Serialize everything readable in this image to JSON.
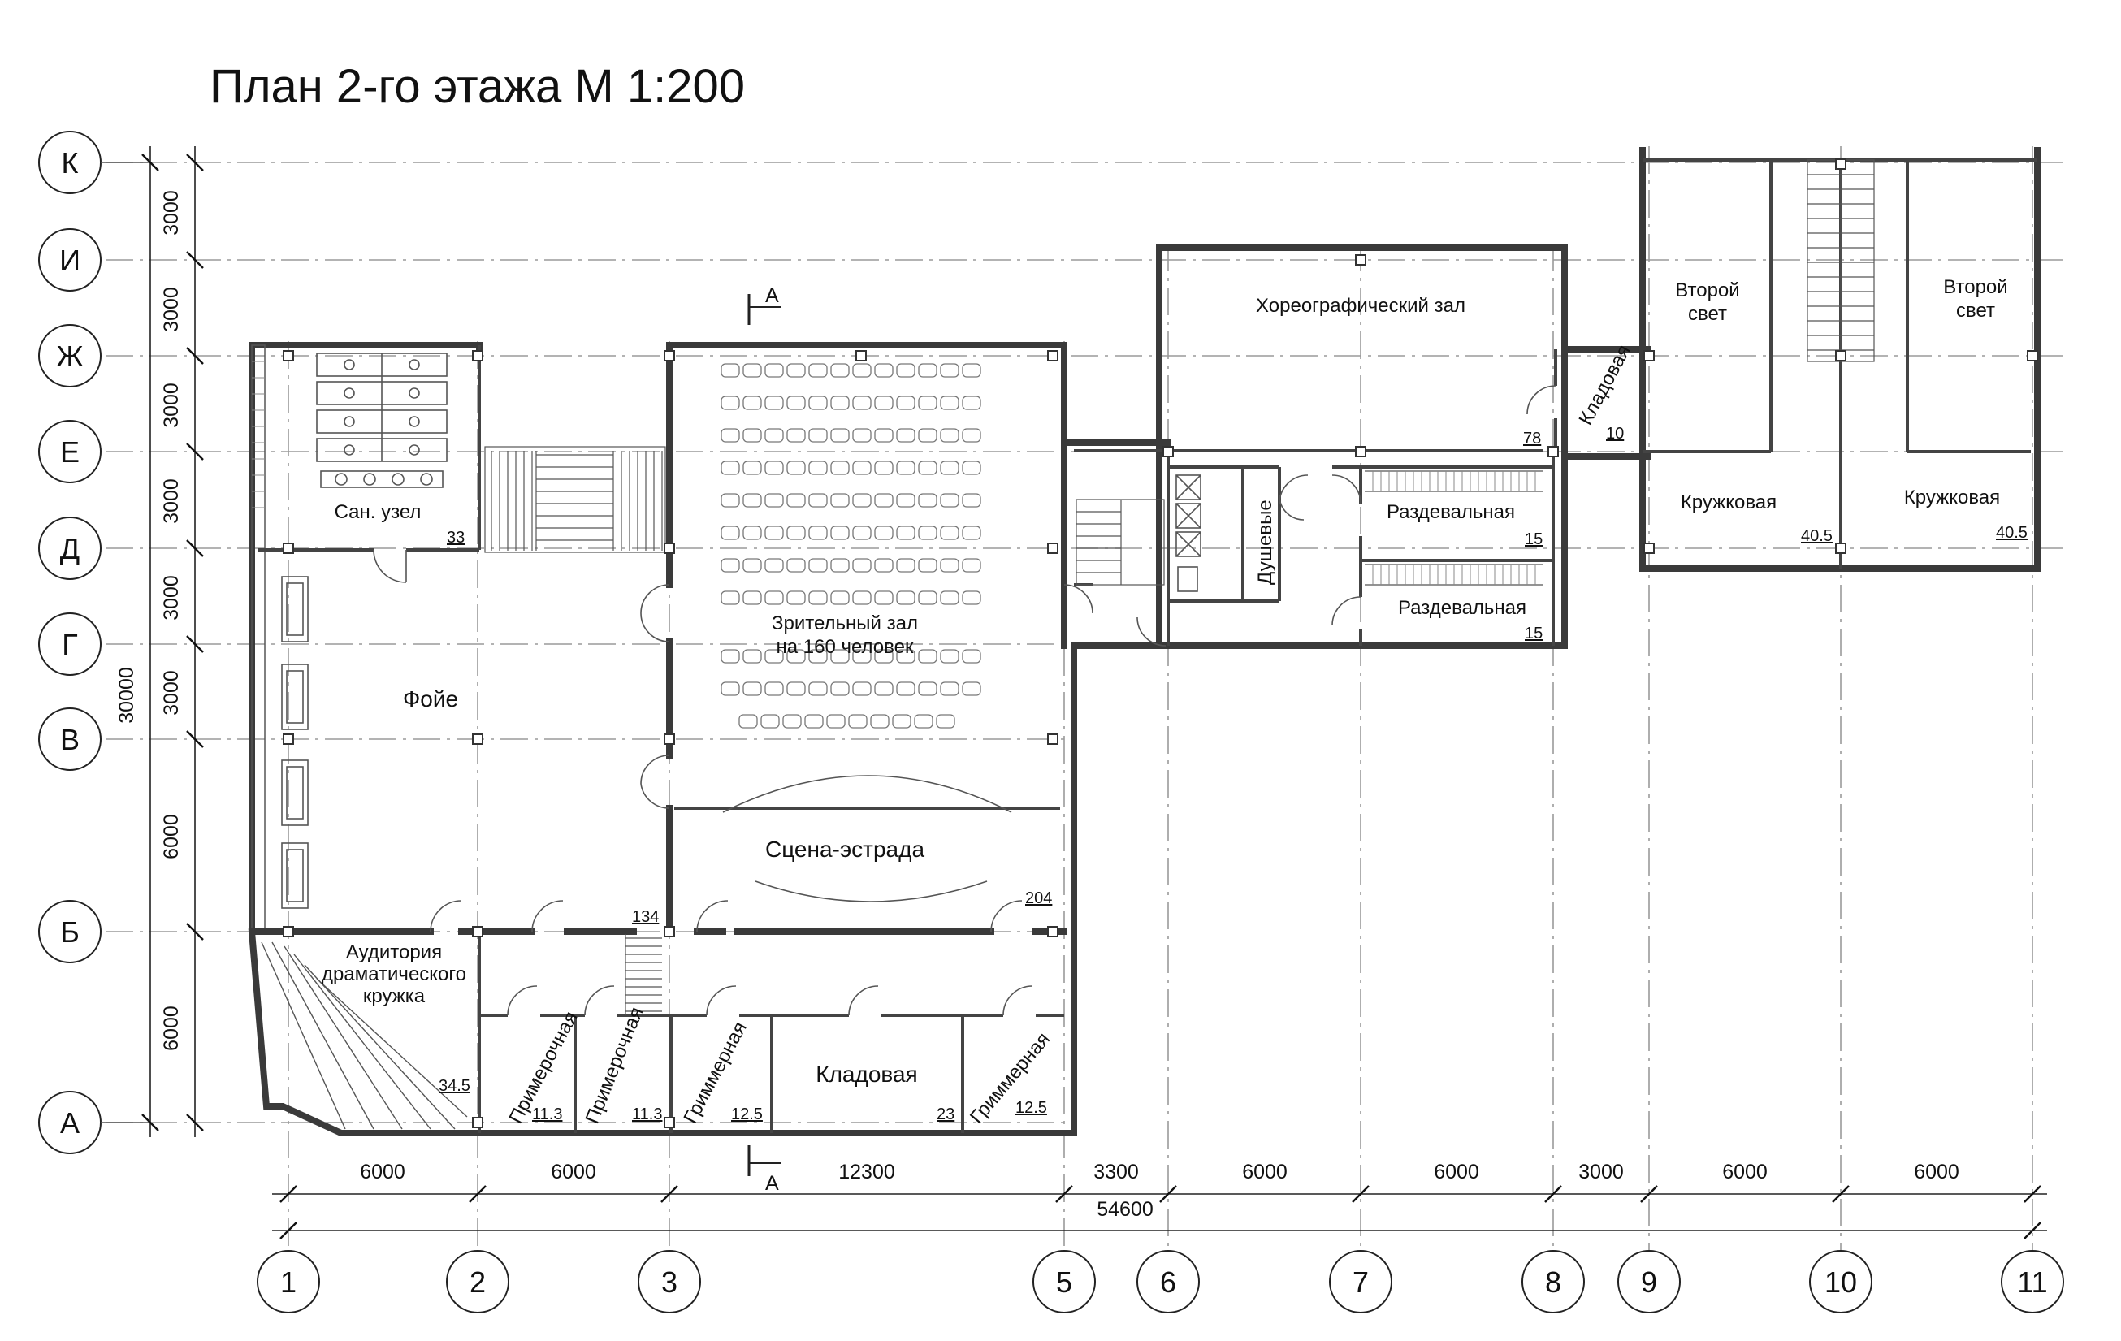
{
  "title": "План 2-го этажа М 1:200",
  "axes_letters": [
    "К",
    "И",
    "Ж",
    "Е",
    "Д",
    "Г",
    "В",
    "Б",
    "А"
  ],
  "axes_numbers": [
    "1",
    "2",
    "3",
    "5",
    "6",
    "7",
    "8",
    "9",
    "10",
    "11"
  ],
  "dims_left": [
    "3000",
    "3000",
    "3000",
    "3000",
    "3000",
    "3000",
    "6000",
    "6000"
  ],
  "dim_left_total": "30000",
  "dims_bottom": [
    "6000",
    "6000",
    "12300",
    "3300",
    "6000",
    "6000",
    "3000",
    "6000",
    "6000"
  ],
  "dim_bottom_total": "54600",
  "section_mark": "А",
  "rooms": {
    "san_uzel": "Сан. узел",
    "foyer": "Фойе",
    "hall_line1": "Зрительный зал",
    "hall_line2": "на 160 человек",
    "stage": "Сцена-эстрада",
    "auditorium_l1": "Аудитория",
    "auditorium_l2": "драматического",
    "auditorium_l3": "кружка",
    "fitting1": "Примерочная",
    "fitting2": "Примерочная",
    "makeup1": "Гриммерная",
    "storage_main": "Кладовая",
    "makeup2": "Гриммерная",
    "choreo": "Хореографический зал",
    "storage_small": "Кладовая",
    "showers": "Душевые",
    "locker1": "Раздевальная",
    "locker2": "Раздевальная",
    "second_light1_l1": "Второй",
    "second_light1_l2": "свет",
    "second_light2_l1": "Второй",
    "second_light2_l2": "свет",
    "club1": "Кружковая",
    "club2": "Кружковая"
  },
  "areas": {
    "san_uzel": "33",
    "foyer": "134",
    "stage": "204",
    "auditorium": "34.5",
    "fitting1": "11.3",
    "fitting2": "11.3",
    "makeup1": "12.5",
    "storage_main": "23",
    "makeup2": "12.5",
    "choreo": "78",
    "storage_small": "10",
    "locker1": "15",
    "locker2": "15",
    "club1": "40.5",
    "club2": "40.5"
  }
}
